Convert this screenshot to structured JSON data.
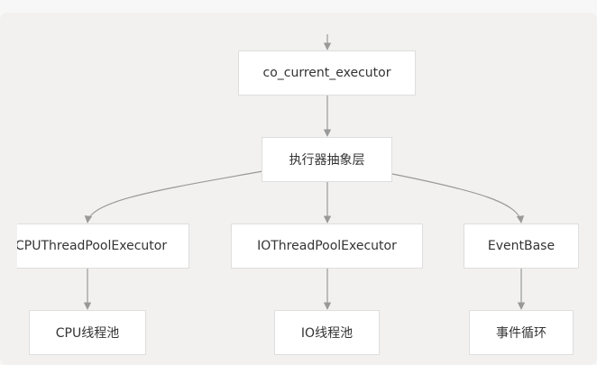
{
  "diagram": {
    "nodes": {
      "co_current_executor": "co_current_executor",
      "abstraction_layer": "执行器抽象层",
      "cpu_executor": "CPUThreadPoolExecutor",
      "io_executor": "IOThreadPoolExecutor",
      "event_base": "EventBase",
      "cpu_pool": "CPU线程池",
      "io_pool": "IO线程池",
      "event_loop": "事件循环"
    },
    "colors": {
      "background": "#f2f1f0",
      "node_fill": "#ffffff",
      "node_border": "#dedede",
      "edge": "#999999",
      "text": "#333333"
    }
  }
}
